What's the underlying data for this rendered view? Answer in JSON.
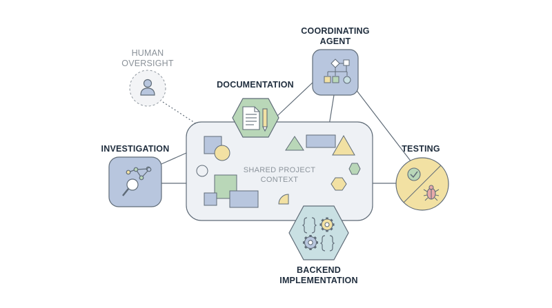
{
  "labels": {
    "coordinating_agent": [
      "COORDINATING",
      "AGENT"
    ],
    "human_oversight": [
      "HUMAN",
      "OVERSIGHT"
    ],
    "documentation": "DOCUMENTATION",
    "investigation": "INVESTIGATION",
    "testing": "TESTING",
    "backend": [
      "BACKEND",
      "IMPLEMENTATION"
    ],
    "shared_context": [
      "SHARED PROJECT",
      "CONTEXT"
    ]
  },
  "colors": {
    "stroke": "#5f6b77",
    "panel": "#eef1f5",
    "blue": "#b8c6de",
    "green": "#b9d7b8",
    "yellow": "#f2e1a3",
    "teal": "#c9e0e3",
    "red": "#e7a9a9"
  },
  "icons": [
    "user-icon",
    "flowchart-icon",
    "document-pencil-icon",
    "magnifier-network-icon",
    "checkmark-icon",
    "bug-icon",
    "code-braces-icon",
    "gear-icon"
  ]
}
